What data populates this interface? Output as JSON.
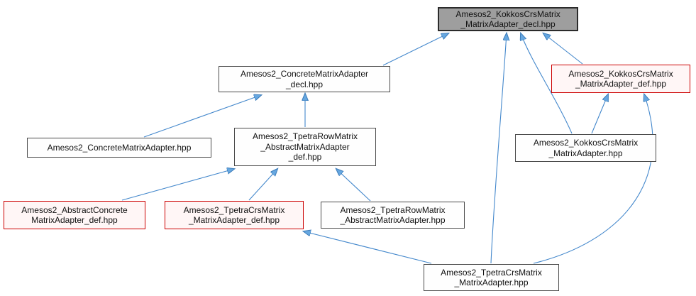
{
  "diagram": {
    "kind": "include-dependency-graph",
    "edge_color": "#4488cc",
    "current_node_fill": "#9e9e9e",
    "highlight_border_color": "#cc0000",
    "nodes": [
      {
        "id": "kokkoscrs-decl",
        "label": "Amesos2_KokkosCrsMatrix\n_MatrixAdapter_decl.hpp",
        "style": "current"
      },
      {
        "id": "concrete-decl",
        "label": "Amesos2_ConcreteMatrixAdapter\n_decl.hpp",
        "style": "default"
      },
      {
        "id": "kokkoscrs-def",
        "label": "Amesos2_KokkosCrsMatrix\n_MatrixAdapter_def.hpp",
        "style": "red"
      },
      {
        "id": "concrete-hpp",
        "label": "Amesos2_ConcreteMatrixAdapter.hpp",
        "style": "default"
      },
      {
        "id": "tpetrarow-def",
        "label": "Amesos2_TpetraRowMatrix\n_AbstractMatrixAdapter\n_def.hpp",
        "style": "default"
      },
      {
        "id": "kokkoscrs-hpp",
        "label": "Amesos2_KokkosCrsMatrix\n_MatrixAdapter.hpp",
        "style": "default"
      },
      {
        "id": "abstractconcrete-def",
        "label": "Amesos2_AbstractConcrete\nMatrixAdapter_def.hpp",
        "style": "red"
      },
      {
        "id": "tpetracrs-def",
        "label": "Amesos2_TpetraCrsMatrix\n_MatrixAdapter_def.hpp",
        "style": "red"
      },
      {
        "id": "tpetrarow-hpp",
        "label": "Amesos2_TpetraRowMatrix\n_AbstractMatrixAdapter.hpp",
        "style": "default"
      },
      {
        "id": "tpetracrs-hpp",
        "label": "Amesos2_TpetraCrsMatrix\n_MatrixAdapter.hpp",
        "style": "default"
      }
    ],
    "edges": [
      {
        "from": "concrete-decl",
        "to": "kokkoscrs-decl"
      },
      {
        "from": "kokkoscrs-def",
        "to": "kokkoscrs-decl"
      },
      {
        "from": "kokkoscrs-hpp",
        "to": "kokkoscrs-decl"
      },
      {
        "from": "tpetracrs-hpp",
        "to": "kokkoscrs-decl"
      },
      {
        "from": "tpetrarow-def",
        "to": "concrete-decl"
      },
      {
        "from": "concrete-hpp",
        "to": "concrete-decl"
      },
      {
        "from": "kokkoscrs-hpp",
        "to": "kokkoscrs-def"
      },
      {
        "from": "tpetracrs-hpp",
        "to": "kokkoscrs-def"
      },
      {
        "from": "abstractconcrete-def",
        "to": "tpetrarow-def"
      },
      {
        "from": "tpetracrs-def",
        "to": "tpetrarow-def"
      },
      {
        "from": "tpetrarow-hpp",
        "to": "tpetrarow-def"
      },
      {
        "from": "tpetracrs-hpp",
        "to": "tpetracrs-def"
      }
    ]
  }
}
